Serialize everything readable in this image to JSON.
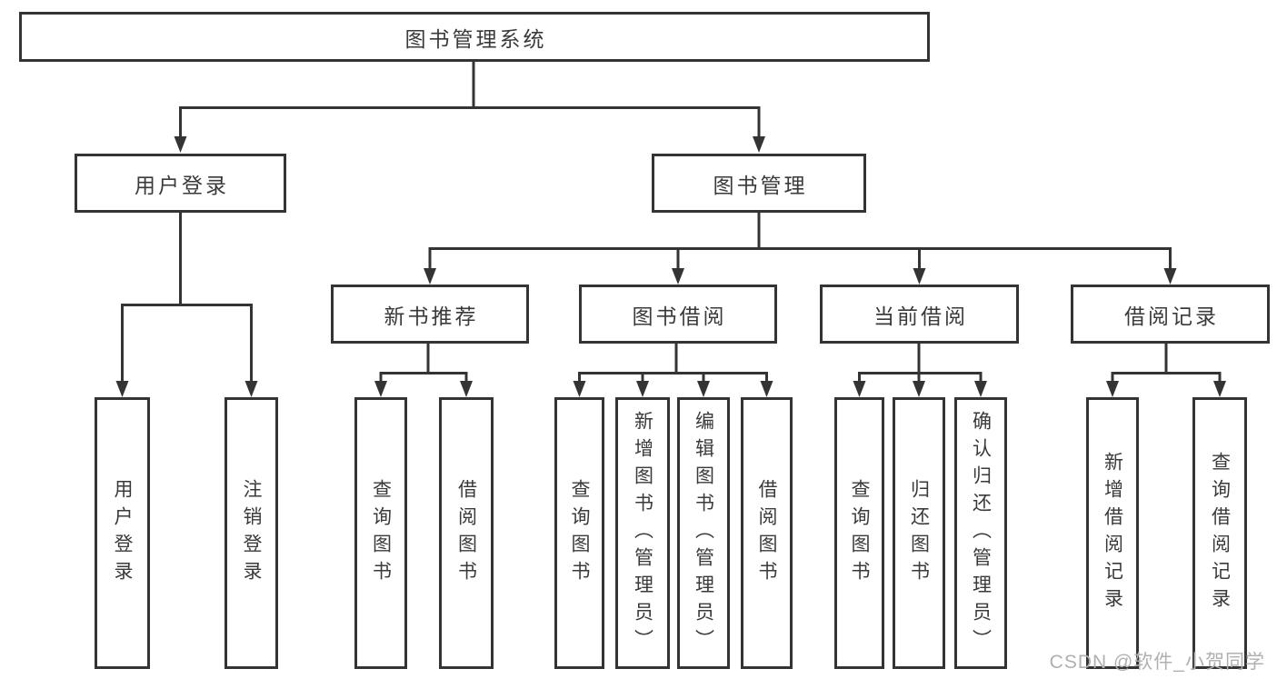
{
  "tree": {
    "root": {
      "label": "图书管理系统"
    },
    "level1": [
      {
        "label": "用户登录",
        "children": [
          {
            "label": "用户登录"
          },
          {
            "label": "注销登录"
          }
        ]
      },
      {
        "label": "图书管理",
        "children": [
          {
            "label": "新书推荐",
            "children": [
              {
                "label": "查询图书"
              },
              {
                "label": "借阅图书"
              }
            ]
          },
          {
            "label": "图书借阅",
            "children": [
              {
                "label": "查询图书"
              },
              {
                "label": "新增图书（管理员）"
              },
              {
                "label": "编辑图书（管理员）"
              },
              {
                "label": "借阅图书"
              }
            ]
          },
          {
            "label": "当前借阅",
            "children": [
              {
                "label": "查询图书"
              },
              {
                "label": "归还图书"
              },
              {
                "label": "确认归还（管理员）"
              }
            ]
          },
          {
            "label": "借阅记录",
            "children": [
              {
                "label": "新增借阅记录"
              },
              {
                "label": "查询借阅记录"
              }
            ]
          }
        ]
      }
    ]
  },
  "watermark": {
    "text": "CSDN @软件_小贺同学"
  },
  "colors": {
    "line": "#343434",
    "text": "#3a3a3a",
    "background": "#ffffff",
    "watermark": "#b0b0b0"
  }
}
